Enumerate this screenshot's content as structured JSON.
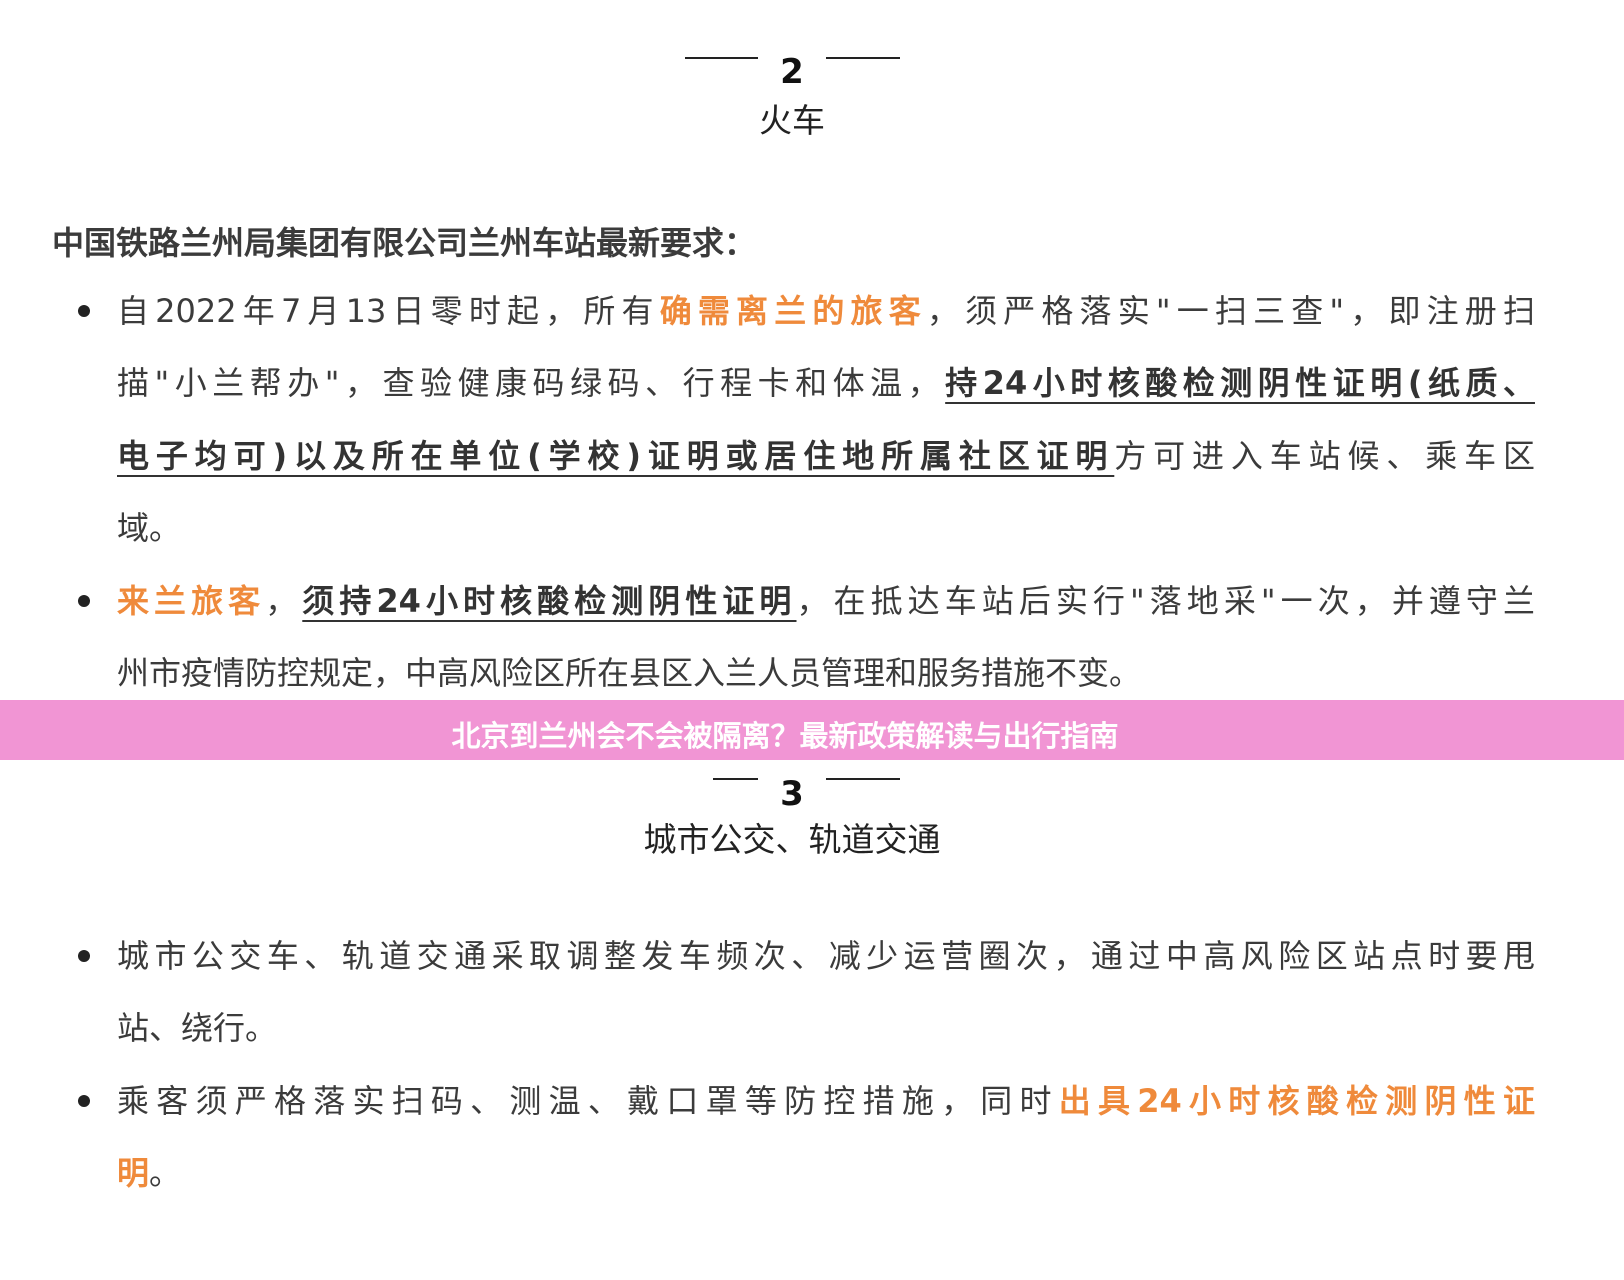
{
  "section2": {
    "number": "2",
    "title": "火车"
  },
  "heading": "中国铁路兰州局集团有限公司兰州车站最新要求：",
  "bullet1": {
    "l1a": "自2022年7月13日零时起，所有",
    "l1b": "确需离兰的旅客",
    "l1c": "，须严格落实\"一扫三查\"，即注册扫",
    "l2a": "描\"小兰帮办\"，查验健康码绿码、行程卡和体温，",
    "l2b": "持24小时核酸检测阴性证明(纸质、",
    "l3a": "电子均可)以及所在单位(学校)证明或居住地所属社区证明",
    "l3b": "方可进入车站候、乘车区",
    "l4": "域。"
  },
  "bullet2": {
    "l1a": "来兰旅客",
    "l1b": "，",
    "l1c": "须持24小时核酸检测阴性证明",
    "l1d": "，在抵达车站后实行\"落地采\"一次，并遵守兰",
    "l2": "州市疫情防控规定，中高风险区所在县区入兰人员管理和服务措施不变。"
  },
  "section3": {
    "number": "3",
    "title": "城市公交、轨道交通"
  },
  "bullet3": {
    "l1": "城市公交车、轨道交通采取调整发车频次、减少运营圈次，通过中高风险区站点时要甩",
    "l2": "站、绕行。"
  },
  "bullet4": {
    "l1a": "乘客须严格落实扫码、测温、戴口罩等防控措施，同时",
    "l1b": "出具24小时核酸检测阴性证",
    "l2a": "明",
    "l2b": "。"
  },
  "banner": {
    "title": "北京到兰州会不会被隔离？最新政策解读与出行指南"
  }
}
